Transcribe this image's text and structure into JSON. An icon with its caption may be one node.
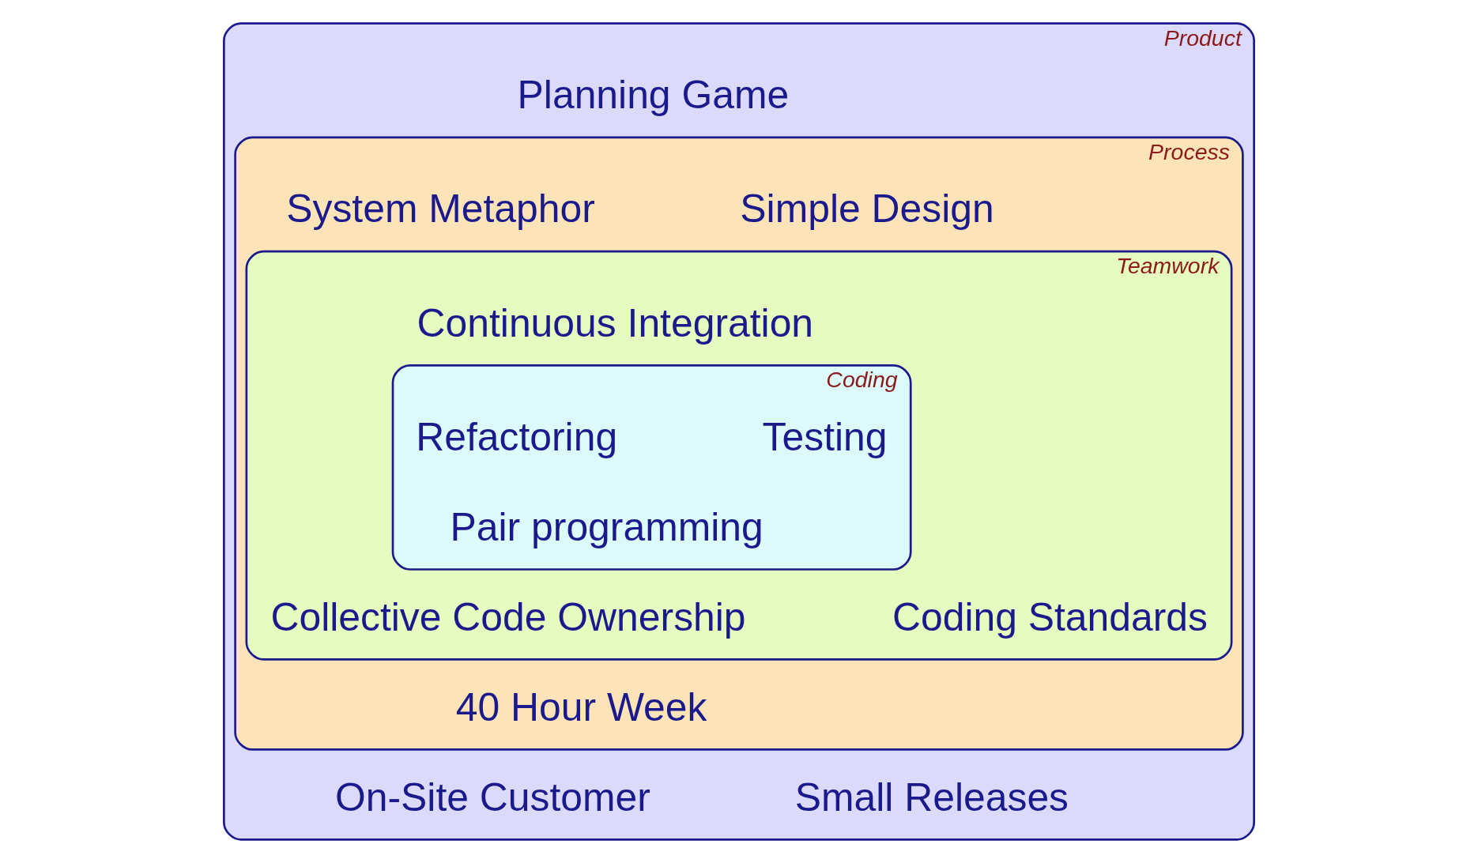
{
  "diagram": {
    "nodes": [
      {
        "text": [
          "Product"
        ]
      },
      {
        "text": [
          "Planning Game"
        ],
        "in": 0
      },
      {
        "text": [
          "Process"
        ],
        "in": 0
      },
      {
        "text": [
          "Simple Design"
        ],
        "in": 2
      },
      {
        "text": [
          "System Metaphor"
        ],
        "in": 2
      },
      {
        "text": [
          "Teamwork"
        ],
        "in": 2
      },
      {
        "text": [
          "Continuous Integration"
        ],
        "in": 5
      },
      {
        "text": [
          "Coding"
        ],
        "in": 5
      },
      {
        "text": [
          "Testing"
        ],
        "in": 7
      },
      {
        "text": [
          "Refactoring"
        ],
        "in": 7
      },
      {
        "text": [
          "Pair programming"
        ],
        "in": 7
      },
      {
        "text": [
          "Collective Code Ownership"
        ],
        "in": 5
      },
      {
        "text": [
          "Coding Standards"
        ],
        "in": 5
      },
      {
        "text": [
          "40 Hour Week"
        ],
        "in": 2
      },
      {
        "text": [
          "On-Site Customer"
        ],
        "in": 0
      },
      {
        "text": [
          "Small Releases"
        ],
        "in": 0
      }
    ],
    "edges": []
  }
}
